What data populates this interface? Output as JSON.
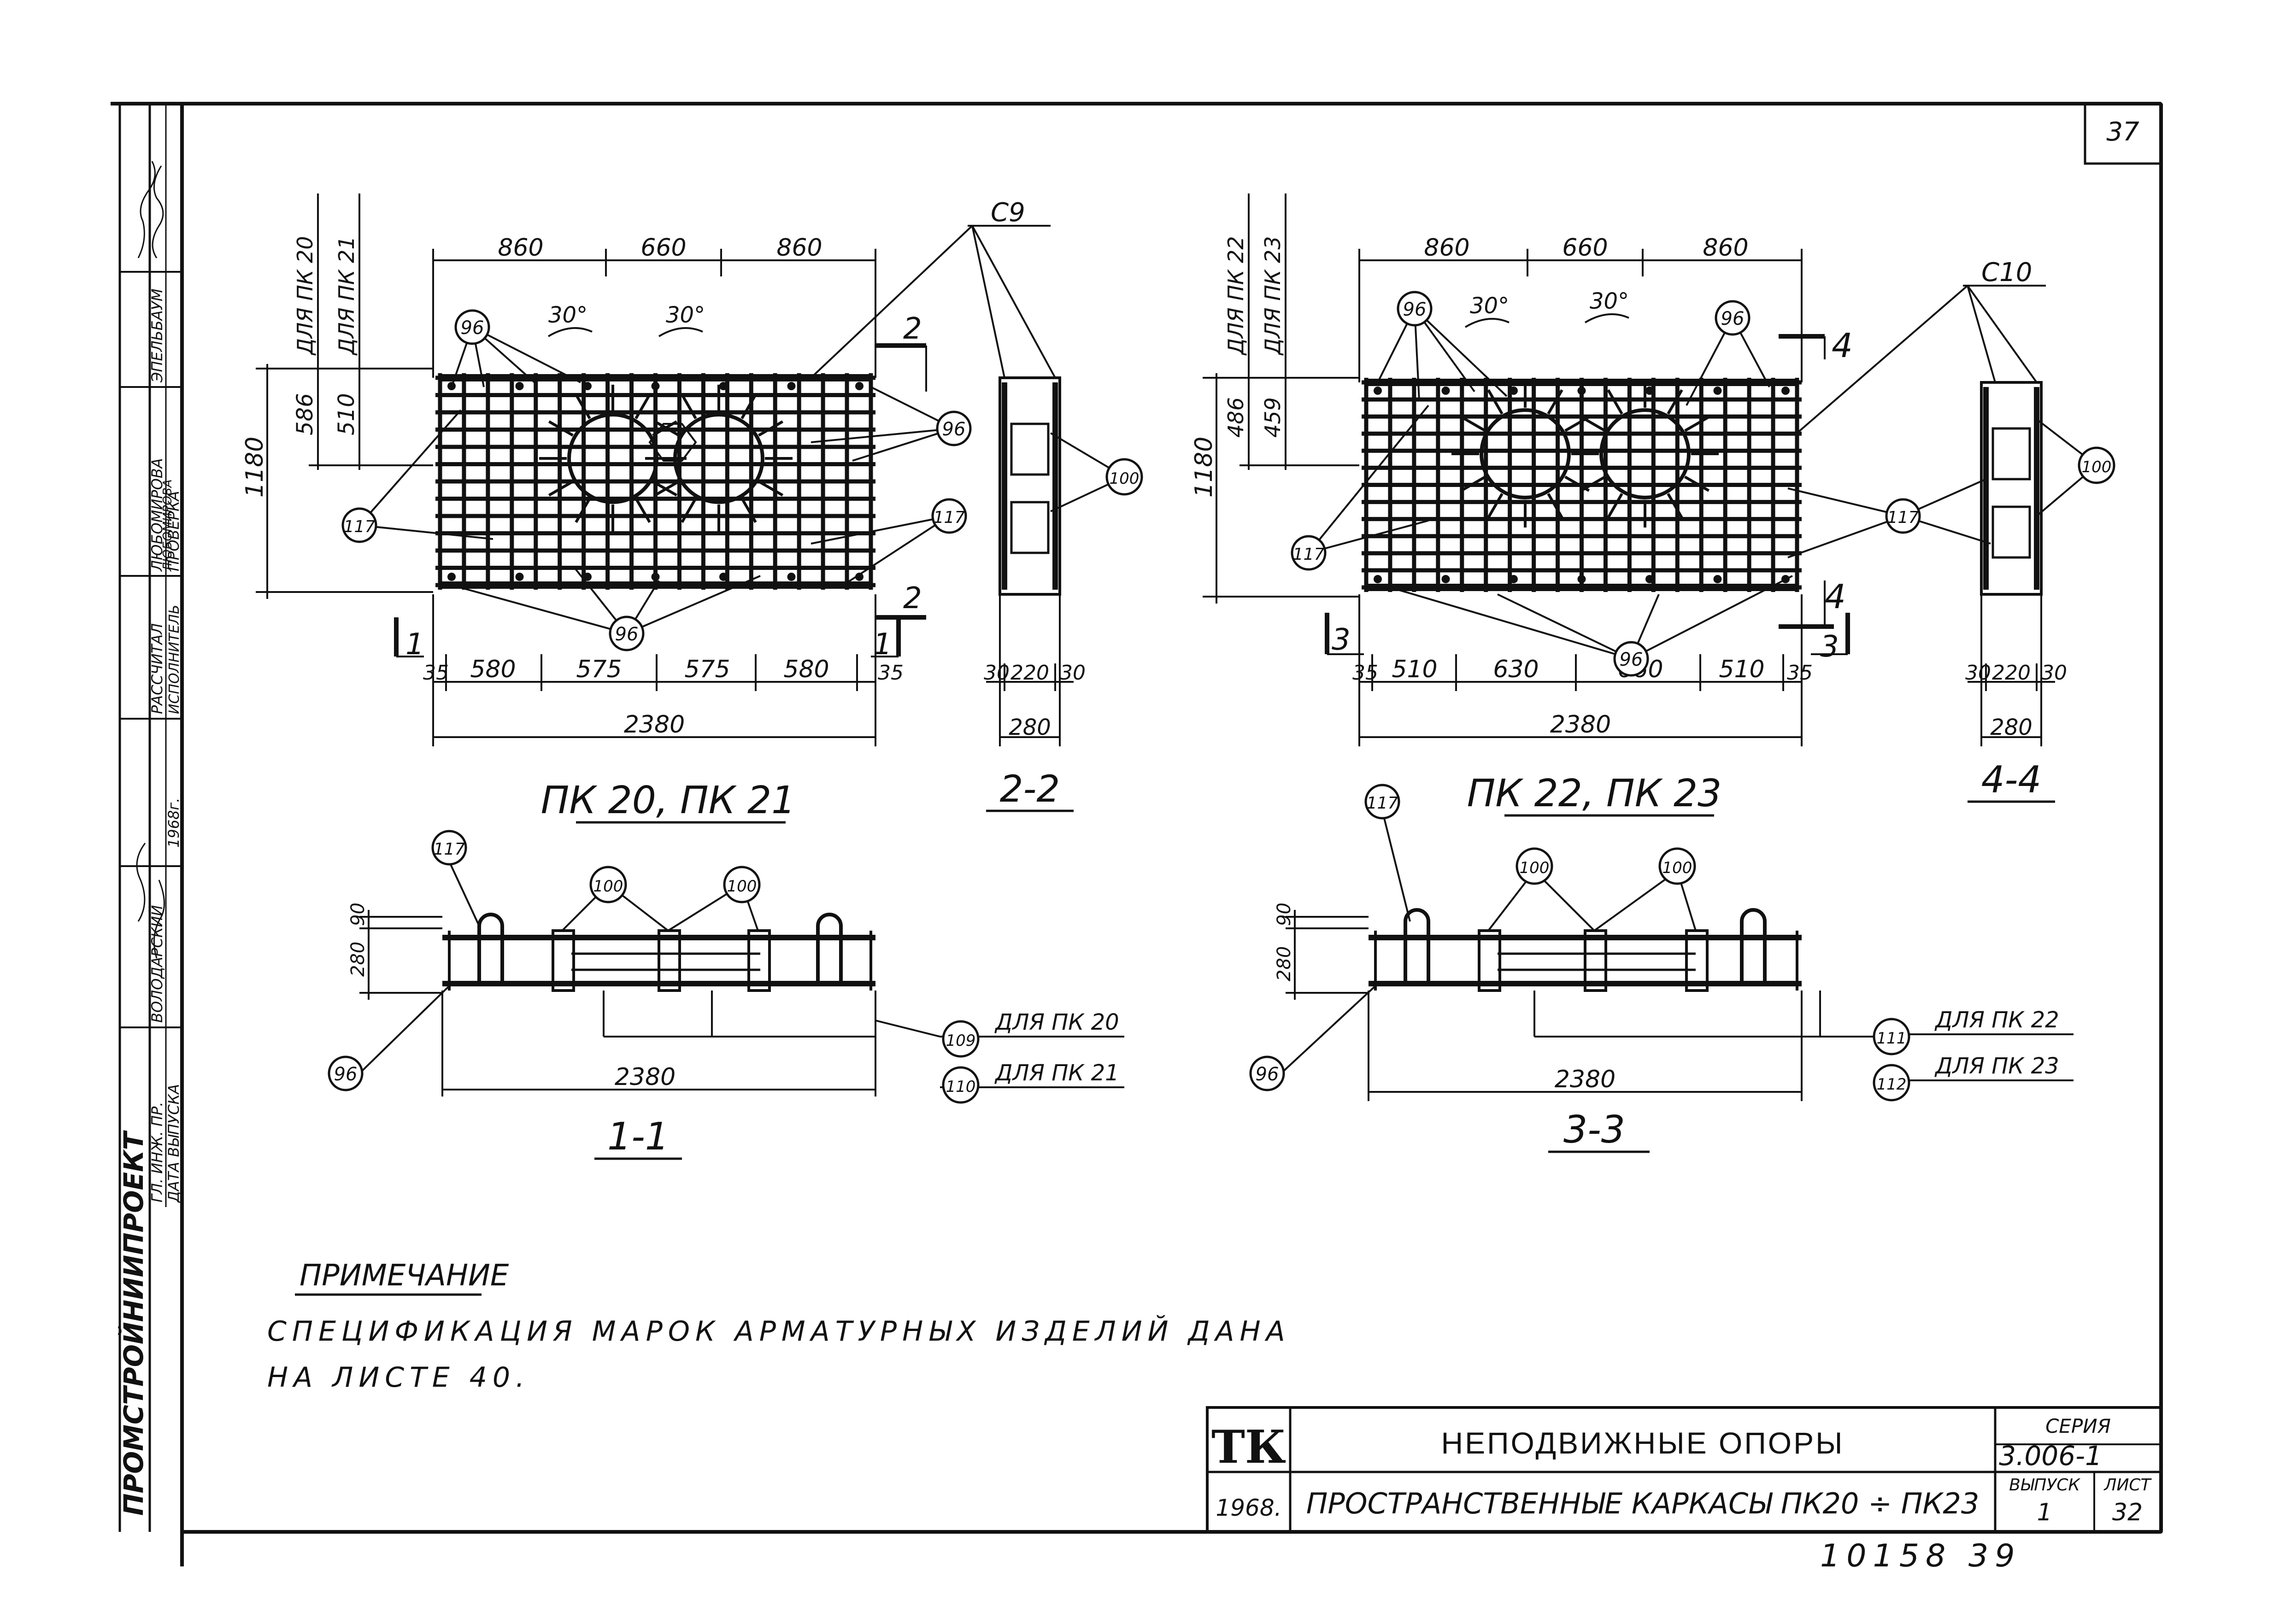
{
  "sheet_number": "37",
  "left_stamp": {
    "org": "ПРОМСТРОЙНИИПРОЕКТ",
    "col1": [
      "ГЛ. ИНЖ. ПР.",
      "ДАТА ВЫПУСКА"
    ],
    "col2": [
      "ВОЛОДАРСКИЙ"
    ],
    "col3": [
      "РАССЧИТАЛ",
      "ИСПОЛНИТЕЛЬ",
      "ПРОВЕРКА",
      "1968г."
    ],
    "col4": [
      "ЛЮБОМИРОВА",
      "ЛЮБОМИРОВА",
      "ЭПЕЛЬБАУМ"
    ]
  },
  "views": {
    "pk2021": {
      "title": "ПК 20, ПК 21",
      "top_dims": [
        "860",
        "660",
        "860"
      ],
      "bottom_dims": [
        "35",
        "580",
        "575",
        "575",
        "580",
        "35"
      ],
      "total": "2380",
      "height": "1180",
      "left_dims": [
        "586",
        "510"
      ],
      "left_labels": [
        "ДЛЯ ПК 20",
        "ДЛЯ ПК 21"
      ],
      "angle": "30°",
      "frame_mark": "С9",
      "section_top": "2",
      "section_side": "1"
    },
    "pk2223": {
      "title": "ПК 22, ПК 23",
      "top_dims": [
        "860",
        "660",
        "860"
      ],
      "bottom_dims": [
        "35",
        "510",
        "630",
        "660",
        "510",
        "35"
      ],
      "total": "2380",
      "height": "1180",
      "left_dims": [
        "486",
        "459"
      ],
      "left_labels": [
        "ДЛЯ ПК 22",
        "ДЛЯ ПК 23"
      ],
      "angle": "30°",
      "frame_mark": "С10",
      "section_top": "4",
      "section_side": "3"
    },
    "s22": {
      "title": "2-2",
      "dims": [
        "30",
        "220",
        "30"
      ],
      "total": "280"
    },
    "s44": {
      "title": "4-4",
      "dims": [
        "30",
        "220",
        "30"
      ],
      "total": "280"
    },
    "s11": {
      "title": "1-1",
      "dims_v": [
        "90",
        "280"
      ],
      "total": "2380",
      "callouts": [
        {
          "n": "109",
          "text": "ДЛЯ ПК 20"
        },
        {
          "n": "110",
          "text": "ДЛЯ ПК 21"
        }
      ]
    },
    "s33": {
      "title": "3-3",
      "dims_v": [
        "90",
        "280"
      ],
      "total": "2380",
      "callouts": [
        {
          "n": "111",
          "text": "ДЛЯ ПК 22"
        },
        {
          "n": "112",
          "text": "ДЛЯ ПК 23"
        }
      ]
    }
  },
  "marks": {
    "m96": "96",
    "m100": "100",
    "m117": "117"
  },
  "note": {
    "heading": "ПРИМЕЧАНИЕ",
    "line1": "СПЕЦИФИКАЦИЯ МАРОК АРМАТУРНЫХ ИЗДЕЛИЙ ДАНА",
    "line2": "НА ЛИСТЕ 40."
  },
  "title_block": {
    "logo": "ТК",
    "year": "1968.",
    "title": "НЕПОДВИЖНЫЕ ОПОРЫ",
    "subtitle": "ПРОСТРАНСТВЕННЫЕ КАРКАСЫ ПК20 ÷ ПК23",
    "series_label": "СЕРИЯ",
    "series": "3.006-1",
    "issue_label": "ВЫПУСК",
    "issue": "1",
    "sheet_label": "ЛИСТ",
    "sheet": "32"
  },
  "footer_number": "10158 39"
}
